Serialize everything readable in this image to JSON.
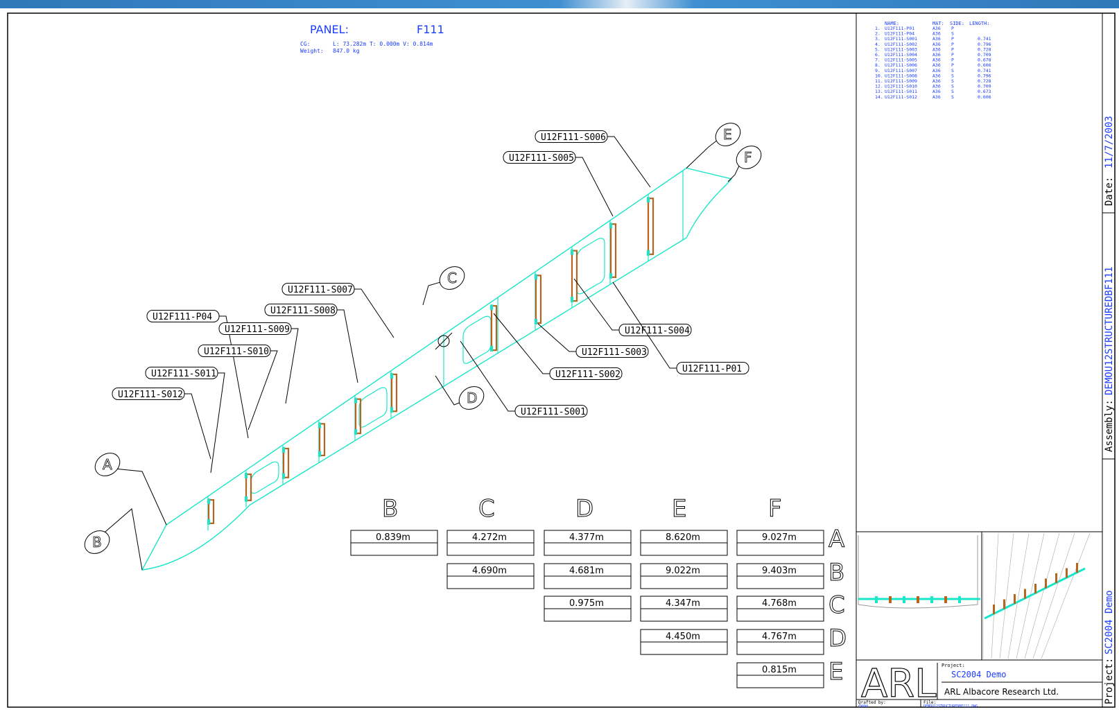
{
  "header": {
    "panel_label": "PANEL:",
    "panel_name": "F111",
    "cg_label": "CG:",
    "cg_value": "L: 73.282m   T: 0.000m   V: 0.814m",
    "weight_label": "Weight:",
    "weight_value": "847.0 kg"
  },
  "colors": {
    "panel_lines": "#19e6c8",
    "stiffener": "#b5651d",
    "text_blue": "#1a3cff",
    "frame": "#000000"
  },
  "parts_table": {
    "headers": [
      "NAME:",
      "MAT:",
      "SIDE:",
      "LENGTH:"
    ],
    "rows": [
      [
        "1.",
        "U12F111-P01",
        "A36",
        "P",
        ""
      ],
      [
        "2.",
        "U12F111-P04",
        "A36",
        "S",
        ""
      ],
      [
        "3.",
        "U12F111-S001",
        "A36",
        "P",
        "0.741"
      ],
      [
        "4.",
        "U12F111-S002",
        "A36",
        "P",
        "0.796"
      ],
      [
        "5.",
        "U12F111-S003",
        "A36",
        "P",
        "0.728"
      ],
      [
        "6.",
        "U12F111-S004",
        "A36",
        "P",
        "0.709"
      ],
      [
        "7.",
        "U12F111-S005",
        "A36",
        "P",
        "0.678"
      ],
      [
        "8.",
        "U12F111-S006",
        "A36",
        "P",
        "0.606"
      ],
      [
        "9.",
        "U12F111-S007",
        "A36",
        "S",
        "0.741"
      ],
      [
        "10.",
        "U12F111-S008",
        "A36",
        "S",
        "0.796"
      ],
      [
        "11.",
        "U12F111-S009",
        "A36",
        "S",
        "0.728"
      ],
      [
        "12.",
        "U12F111-S010",
        "A36",
        "S",
        "0.709"
      ],
      [
        "13.",
        "U12F111-S011",
        "A36",
        "S",
        "0.673"
      ],
      [
        "14.",
        "U12F111-S012",
        "A36",
        "S",
        "0.606"
      ]
    ]
  },
  "part_tags": [
    {
      "id": "U12F111-S006"
    },
    {
      "id": "U12F111-S005"
    },
    {
      "id": "U12F111-S007"
    },
    {
      "id": "U12F111-S008"
    },
    {
      "id": "U12F111-P04"
    },
    {
      "id": "U12F111-S009"
    },
    {
      "id": "U12F111-S010"
    },
    {
      "id": "U12F111-S011"
    },
    {
      "id": "U12F111-S012"
    },
    {
      "id": "U12F111-S004"
    },
    {
      "id": "U12F111-S003"
    },
    {
      "id": "U12F111-P01"
    },
    {
      "id": "U12F111-S002"
    },
    {
      "id": "U12F111-S001"
    }
  ],
  "point_labels": [
    "A",
    "B",
    "C",
    "D",
    "E",
    "F"
  ],
  "distance_matrix": {
    "columns": [
      "B",
      "C",
      "D",
      "E",
      "F"
    ],
    "rows": [
      "A",
      "B",
      "C",
      "D",
      "E"
    ],
    "values": [
      [
        "0.839m",
        "4.272m",
        "4.377m",
        "8.620m",
        "9.027m"
      ],
      [
        "",
        "4.690m",
        "4.681m",
        "9.022m",
        "9.403m"
      ],
      [
        "",
        "",
        "0.975m",
        "4.347m",
        "4.768m"
      ],
      [
        "",
        "",
        "",
        "4.450m",
        "4.767m"
      ],
      [
        "",
        "",
        "",
        "",
        "0.815m"
      ]
    ]
  },
  "title_block": {
    "logo": "ARL",
    "project_caption": "Project:",
    "project_name": "SC2004 Demo",
    "company": "ARL Albacore Research Ltd.",
    "drafted_caption": "Drafted by:",
    "drafted_by": "demo",
    "file_caption": "File:",
    "file_name": "DEMOU12STRUCTUREDBF111.DWG"
  },
  "side_strip": {
    "date_label": "Date:",
    "date_value": "11/7/2003",
    "assembly_label": "Assembly:",
    "assembly_value": "DEMOU12STRUCTUREDBF111",
    "project_label": "Project:",
    "project_value": "SC2004 Demo"
  }
}
